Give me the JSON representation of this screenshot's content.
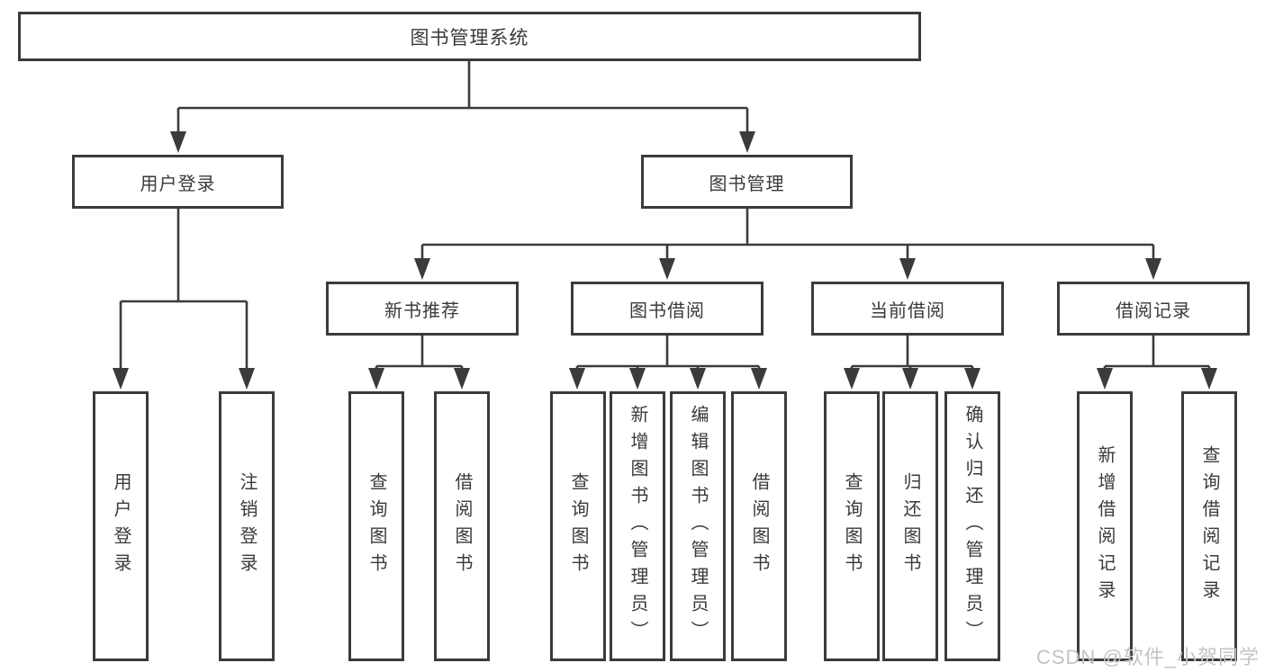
{
  "diagram": {
    "root": {
      "label": "图书管理系统"
    },
    "branches": [
      {
        "label": "用户登录",
        "children": [
          {
            "label": "用户登录"
          },
          {
            "label": "注销登录"
          }
        ]
      },
      {
        "label": "图书管理",
        "children": [
          {
            "label": "新书推荐",
            "children": [
              {
                "label": "查询图书"
              },
              {
                "label": "借阅图书"
              }
            ]
          },
          {
            "label": "图书借阅",
            "children": [
              {
                "label": "查询图书"
              },
              {
                "label": "新增图书（管理员）"
              },
              {
                "label": "编辑图书（管理员）"
              },
              {
                "label": "借阅图书"
              }
            ]
          },
          {
            "label": "当前借阅",
            "children": [
              {
                "label": "查询图书"
              },
              {
                "label": "归还图书"
              },
              {
                "label": "确认归还（管理员）"
              }
            ]
          },
          {
            "label": "借阅记录",
            "children": [
              {
                "label": "新增借阅记录"
              },
              {
                "label": "查询借阅记录"
              }
            ]
          }
        ]
      }
    ]
  },
  "watermark": {
    "text": "CSDN @软件_小贺同学"
  },
  "colors": {
    "line": "#3b3b3b",
    "text": "#3a3a3a",
    "background": "#ffffff",
    "watermark": "#c7c2c2"
  }
}
